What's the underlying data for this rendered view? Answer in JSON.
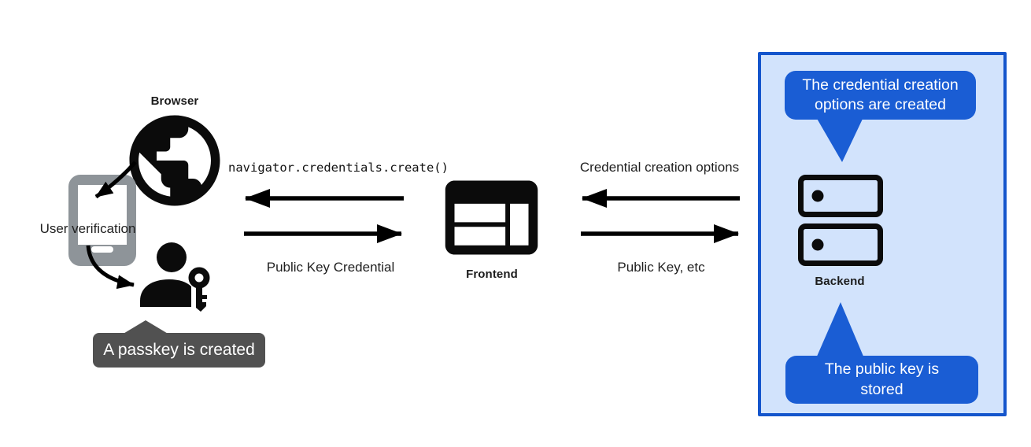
{
  "colors": {
    "bubble-blue": "#1a5dd4",
    "panel-border": "#1455cc",
    "panel-fill": "#d2e3fc",
    "tooltip-gray": "#515151",
    "phone-gray": "#8e9499",
    "ink": "#0b0b0b"
  },
  "left": {
    "browser_label": "Browser",
    "user_verification": "User verification",
    "passkey_tooltip": "A passkey is created"
  },
  "center": {
    "frontend_label": "Frontend",
    "create_call": "navigator.credentials.create()",
    "public_key_credential": "Public Key Credential"
  },
  "right": {
    "backend_label": "Backend",
    "credential_creation_options": "Credential creation options",
    "public_key_etc": "Public Key, etc",
    "bubble_top_lines": [
      "The credential creation",
      "options are created"
    ],
    "bubble_bottom_lines": [
      "The public key is",
      "stored"
    ]
  }
}
